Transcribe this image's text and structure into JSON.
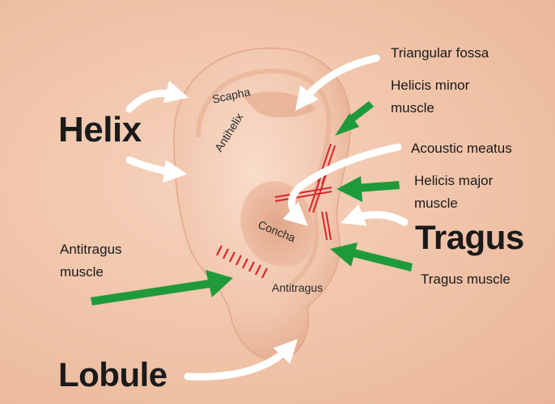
{
  "labels": {
    "helix": "Helix",
    "lobule": "Lobule",
    "tragus": "Tragus",
    "scapha": "Scapha",
    "antihelix": "Antihelix",
    "concha": "Concha",
    "antitragus": "Antitragus",
    "triangular_fossa": "Triangular fossa",
    "helicis_minor_line1": "Helicis minor",
    "helicis_minor_line2": "muscle",
    "acoustic_meatus": "Acoustic meatus",
    "helicis_major_line1": "Helicis major",
    "helicis_major_line2": "muscle",
    "tragus_muscle": "Tragus muscle",
    "antitragus_muscle_line1": "Antitragus",
    "antitragus_muscle_line2": "muscle"
  },
  "colors": {
    "background": "#f0c3a8",
    "skin": "#f3c9b0",
    "green_arrow": "#1f9a3a",
    "white_arrow": "#ffffff",
    "muscle_red": "#d9262c",
    "text": "#1a1a1a"
  }
}
